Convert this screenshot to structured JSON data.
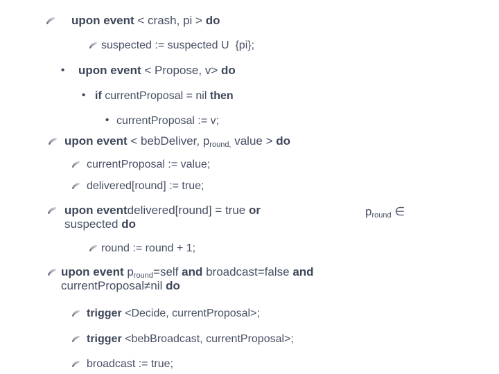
{
  "slide": {
    "background": "#ffffff",
    "text_color": "#474f64",
    "keyword_color": "#3d4659",
    "bullet_icons": {
      "swoosh": "comma-swoosh-bullet",
      "dot": "round-dot-bullet",
      "swoosh_gradient": [
        "#dcdee1",
        "#4e5668"
      ]
    },
    "lines": {
      "l1": {
        "kw1": "upon event ",
        "body": "< crash, pi > ",
        "kw2": "do"
      },
      "l2": {
        "body": "suspected := suspected U  {pi};"
      },
      "l3": {
        "kw1": "upon event ",
        "body": "< Propose, v> ",
        "kw2": "do"
      },
      "l4": {
        "kw1": "if ",
        "body": "currentProposal = nil ",
        "kw2": "then"
      },
      "l5": {
        "body": "currentProposal := v;"
      },
      "l6": {
        "kw1": "upon event ",
        "body1": "< bebDeliver, p",
        "sub": "round,",
        "body2": " value > ",
        "kw2": "do"
      },
      "l7": {
        "body": "currentProposal := value;"
      },
      "l8": {
        "body": "delivered[round] := true;"
      },
      "l9": {
        "kw1": "upon event",
        "body1": "delivered[round] = true ",
        "kw2": "or",
        "row2_body": "suspected ",
        "row2_kw": "do"
      },
      "l9frag": {
        "p": "p",
        "sub": "round",
        "elem": " ∈"
      },
      "l10": {
        "body": "round := round + 1;"
      },
      "l11": {
        "kw1": "upon event ",
        "p": "p",
        "sub": "round",
        "body1": "=self ",
        "kw2": "and",
        "body2": " broadcast=false ",
        "kw3": "and",
        "row2_body": "currentProposal≠nil ",
        "row2_kw": "do"
      },
      "l12": {
        "kw1": "trigger ",
        "body": "<Decide, currentProposal>;"
      },
      "l13": {
        "kw1": "trigger ",
        "body": "<bebBroadcast, currentProposal>;"
      },
      "l14": {
        "body": "broadcast := true;"
      }
    }
  }
}
